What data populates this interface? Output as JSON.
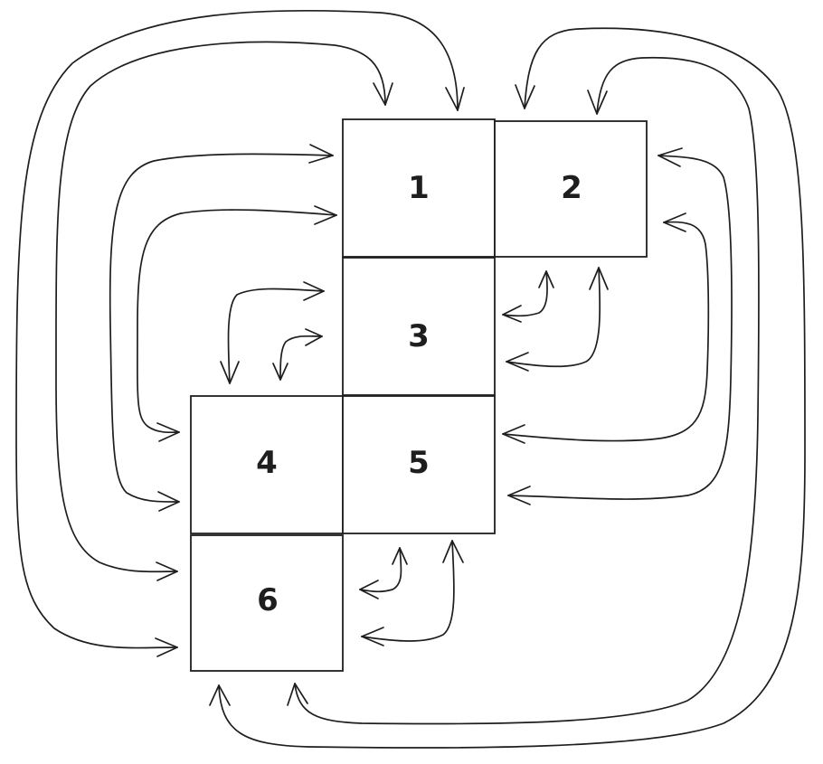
{
  "diagram": {
    "type": "cube-net",
    "stroke_color": "#1e1e1e",
    "background_color": "#ffffff",
    "boxes": [
      {
        "id": "face-1",
        "label": "1"
      },
      {
        "id": "face-2",
        "label": "2"
      },
      {
        "id": "face-3",
        "label": "3"
      },
      {
        "id": "face-4",
        "label": "4"
      },
      {
        "id": "face-5",
        "label": "5"
      },
      {
        "id": "face-6",
        "label": "6"
      }
    ],
    "connections": [
      {
        "from": "face-1",
        "to": "face-6"
      },
      {
        "from": "face-1",
        "to": "face-6"
      },
      {
        "from": "face-1",
        "to": "face-4"
      },
      {
        "from": "face-1",
        "to": "face-4"
      },
      {
        "from": "face-2",
        "to": "face-6"
      },
      {
        "from": "face-2",
        "to": "face-6"
      },
      {
        "from": "face-2",
        "to": "face-5"
      },
      {
        "from": "face-2",
        "to": "face-5"
      },
      {
        "from": "face-2",
        "to": "face-3"
      },
      {
        "from": "face-2",
        "to": "face-3"
      },
      {
        "from": "face-3",
        "to": "face-4"
      },
      {
        "from": "face-3",
        "to": "face-4"
      },
      {
        "from": "face-5",
        "to": "face-6"
      },
      {
        "from": "face-5",
        "to": "face-6"
      }
    ]
  }
}
